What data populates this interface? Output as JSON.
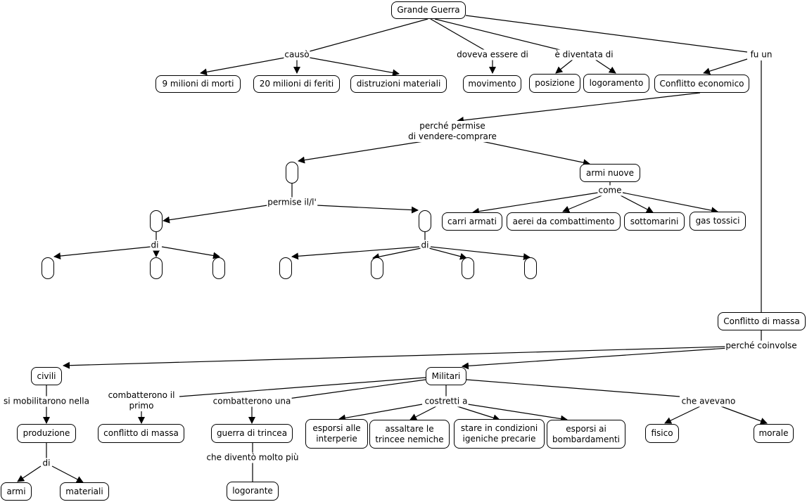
{
  "map": {
    "nodes": {
      "grande_guerra": "Grande Guerra",
      "morti": "9 milioni di morti",
      "feriti": "20 milioni di feriti",
      "distruzioni": "distruzioni materiali",
      "movimento": "movimento",
      "posizione": "posizione",
      "logoramento": "logoramento",
      "conflitto_economico": "Conflitto economico",
      "armi_nuove": "armi nuove",
      "carri_armati": "carri armati",
      "aerei": "aerei da combattimento",
      "sottomarini": "sottomarini",
      "gas_tossici": "gas tossici",
      "conflitto_di_massa": "Conflitto di massa",
      "civili": "civili",
      "militari": "Militari",
      "produzione": "produzione",
      "armi": "armi",
      "materiali": "materiali",
      "conflitto_massa_primo": "conflitto di massa",
      "guerra_trincea": "guerra di trincea",
      "logorante": "logorante",
      "esporsi_interperie": "esporsi alle\ninterperie",
      "assaltare": "assaltare le\ntrincee nemiche",
      "condizioni": "stare in condizioni\nigeniche precarie",
      "bombardamenti": "esporsi ai\nbombardamenti",
      "fisico": "fisico",
      "morale": "morale",
      "empty": ""
    },
    "links": {
      "causo": "causò",
      "doveva": "doveva essere di",
      "diventata": "è diventata di",
      "fu_un": "fu un",
      "perche_permise": "perché permise\ndi vendere-comprare",
      "permise_il": "permise il/l'",
      "di_1": "di",
      "di_2": "di",
      "come": "come",
      "perche_coinvolse": "perché coinvolse",
      "mobilitarono": "si mobilitarono nella",
      "di_3": "di",
      "combatterono_primo": "combatterono il\nprimo",
      "combatterono_una": "combatterono una",
      "divento": "che diventò molto più",
      "costretti": "costretti a",
      "avevano": "che avevano"
    }
  }
}
